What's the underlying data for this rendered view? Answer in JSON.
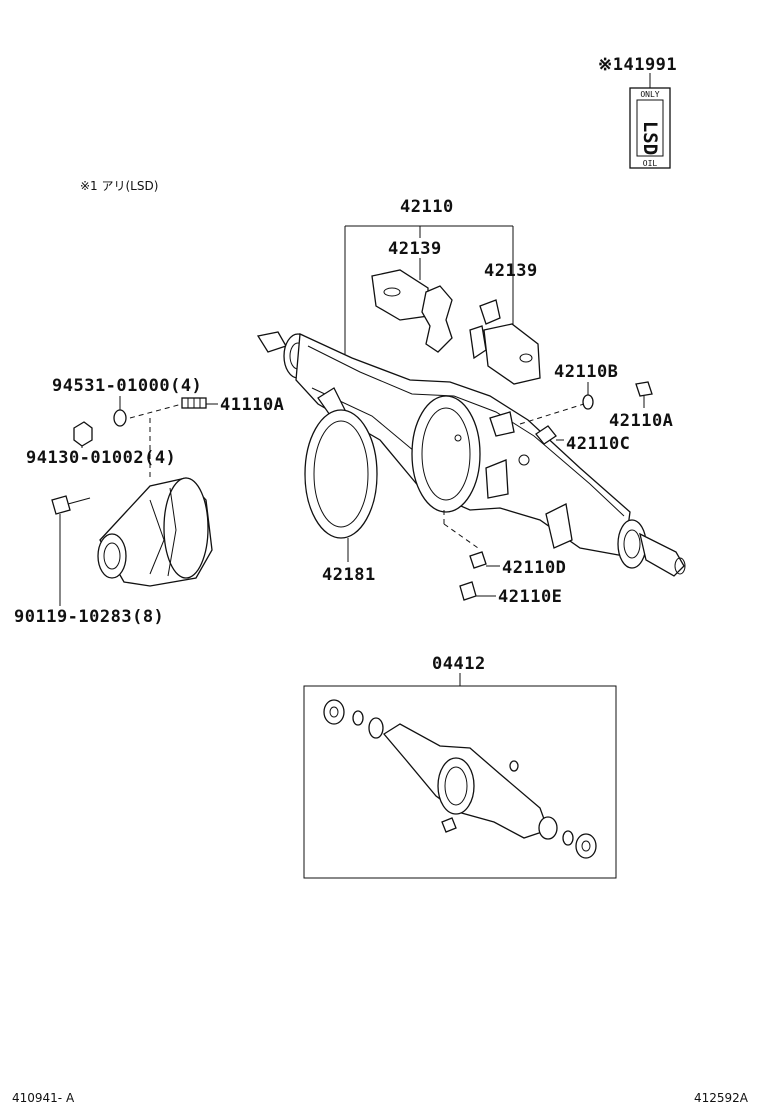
{
  "note": "※1 アリ(LSD)",
  "oil_label": {
    "part_no": "※141991",
    "top_text": "ONLY",
    "main_text": "LSD",
    "bottom_text": "OIL"
  },
  "callouts": {
    "p42110": "42110",
    "p42139_left": "42139",
    "p42139_right": "42139",
    "p42110B": "42110B",
    "p42110A_right": "42110A",
    "p42110C": "42110C",
    "p94531": "94531-01000(4)",
    "p41110A": "41110A",
    "p94130": "94130-01002(4)",
    "p42181": "42181",
    "p42110D": "42110D",
    "p42110E": "42110E",
    "p90119": "90119-10283(8)",
    "p04412": "04412"
  },
  "footer": {
    "left_code": "410941- A",
    "right_code": "412592A"
  }
}
